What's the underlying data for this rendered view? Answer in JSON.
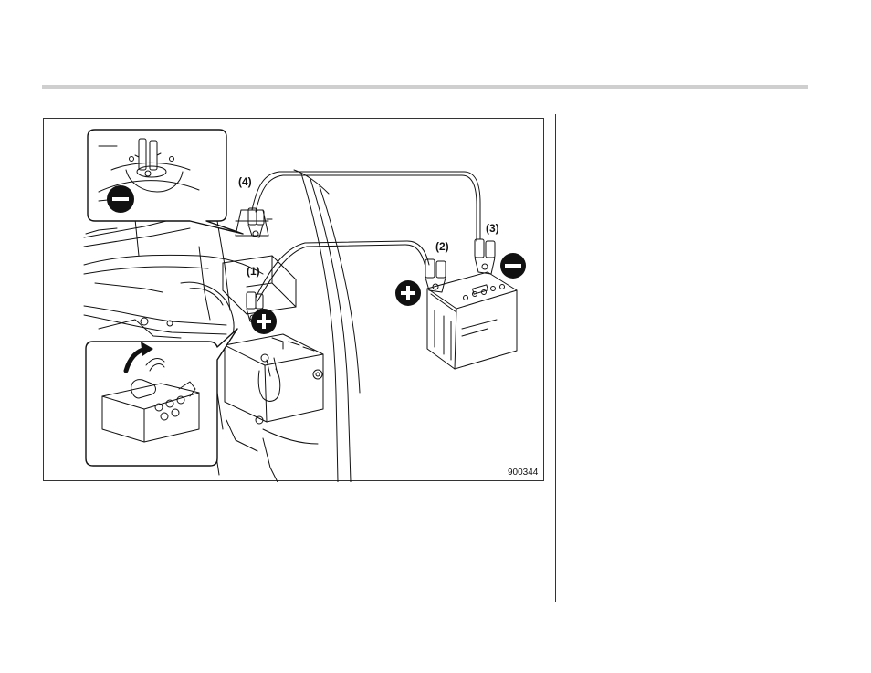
{
  "figure": {
    "callouts": {
      "c1": "(1)",
      "c2": "(2)",
      "c3": "(3)",
      "c4": "(4)"
    },
    "figure_number": "900344",
    "icons": {
      "positive": "plus-circle-icon",
      "negative": "minus-circle-icon",
      "arrow": "curved-arrow-icon"
    },
    "colors": {
      "line": "#111111",
      "rule": "#cfcfcf",
      "icon_fill": "#111111"
    }
  }
}
